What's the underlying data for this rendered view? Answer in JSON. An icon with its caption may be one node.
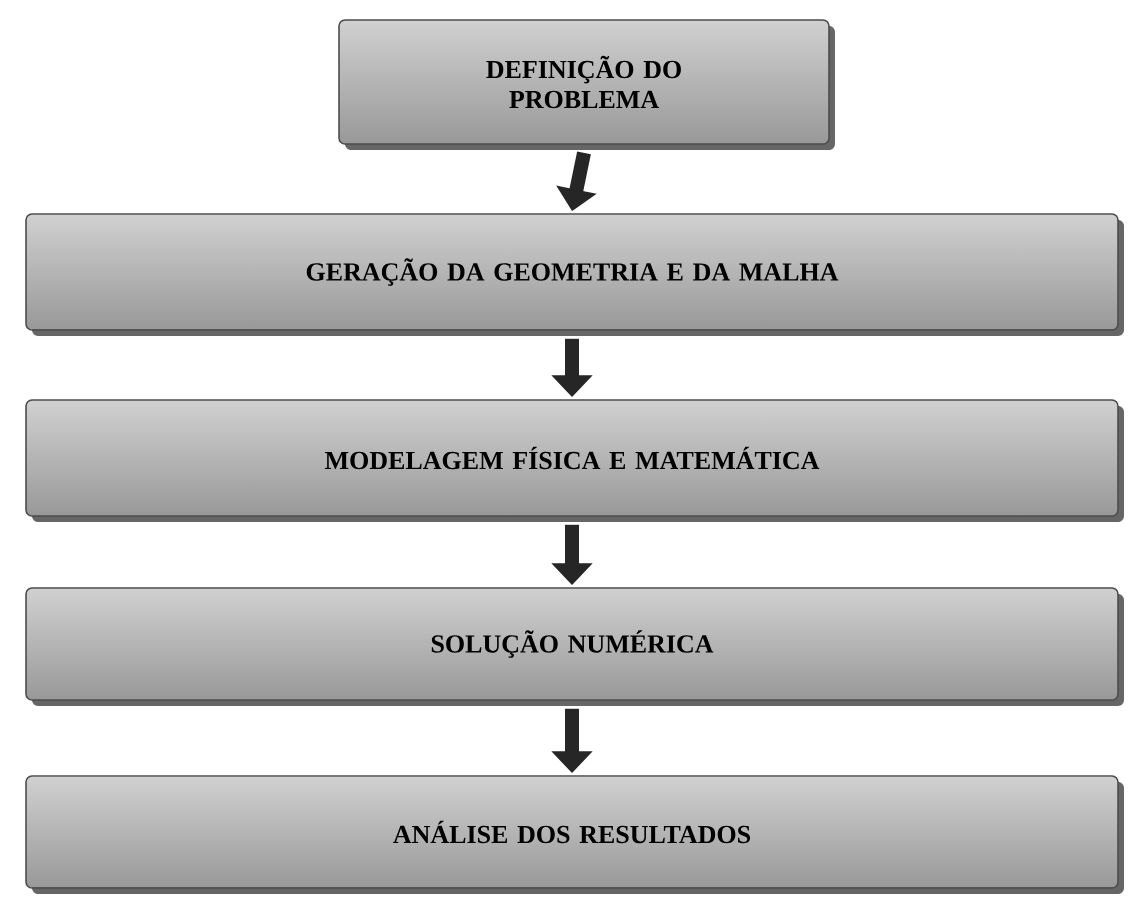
{
  "diagram": {
    "nodes": [
      {
        "text": [
          "DEFINIÇÃO DO PROBLEMA"
        ]
      },
      {
        "text": [
          "GERAÇÃO DA GEOMETRIA E DA MALHA"
        ]
      },
      {
        "text": [
          "MODELAGEM FÍSICA E MATEMÁTICA"
        ]
      },
      {
        "text": [
          "SOLUÇÃO NUMÉRICA"
        ]
      },
      {
        "text": [
          "ANÁLISE  DOS RESULTADOS"
        ]
      }
    ],
    "edges": [
      {
        "from": 0,
        "to": 1,
        "arrow": "to"
      },
      {
        "from": 1,
        "to": 2,
        "arrow": "to"
      },
      {
        "from": 2,
        "to": 3,
        "arrow": "to"
      },
      {
        "from": 3,
        "to": 4,
        "arrow": "to"
      }
    ]
  }
}
